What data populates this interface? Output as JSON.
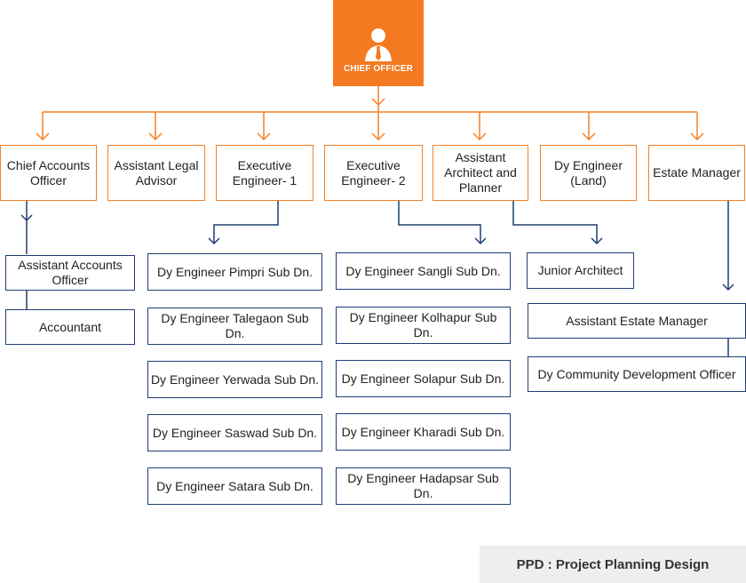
{
  "chief": {
    "label": "CHIEF OFFICER",
    "icon": "person-tie-icon"
  },
  "level1": [
    "Chief Accounts Officer",
    "Assistant Legal Advisor",
    "Executive Engineer- 1",
    "Executive Engineer- 2",
    "Assistant Architect and Planner",
    "Dy Engineer (Land)",
    "Estate Manager"
  ],
  "accounts_chain": [
    "Assistant Accounts Officer",
    "Accountant"
  ],
  "ee1_subdivisions": [
    "Dy Engineer Pimpri Sub Dn.",
    "Dy Engineer Talegaon Sub Dn.",
    "Dy Engineer Yerwada Sub Dn.",
    "Dy Engineer Saswad Sub Dn.",
    "Dy Engineer Satara Sub Dn."
  ],
  "ee2_subdivisions": [
    "Dy Engineer Sangli Sub Dn.",
    "Dy Engineer Kolhapur Sub Dn.",
    "Dy Engineer Solapur Sub Dn.",
    "Dy Engineer Kharadi Sub Dn.",
    "Dy Engineer Hadapsar Sub Dn."
  ],
  "architect_sub": [
    "Junior Architect"
  ],
  "estate_chain": [
    "Assistant Estate Manager",
    "Dy Community Development Officer"
  ],
  "footer": "PPD : Project Planning Design",
  "colors": {
    "orange": "#f47920",
    "navy": "#1f3e73",
    "footer_bg": "#eeeeee"
  }
}
